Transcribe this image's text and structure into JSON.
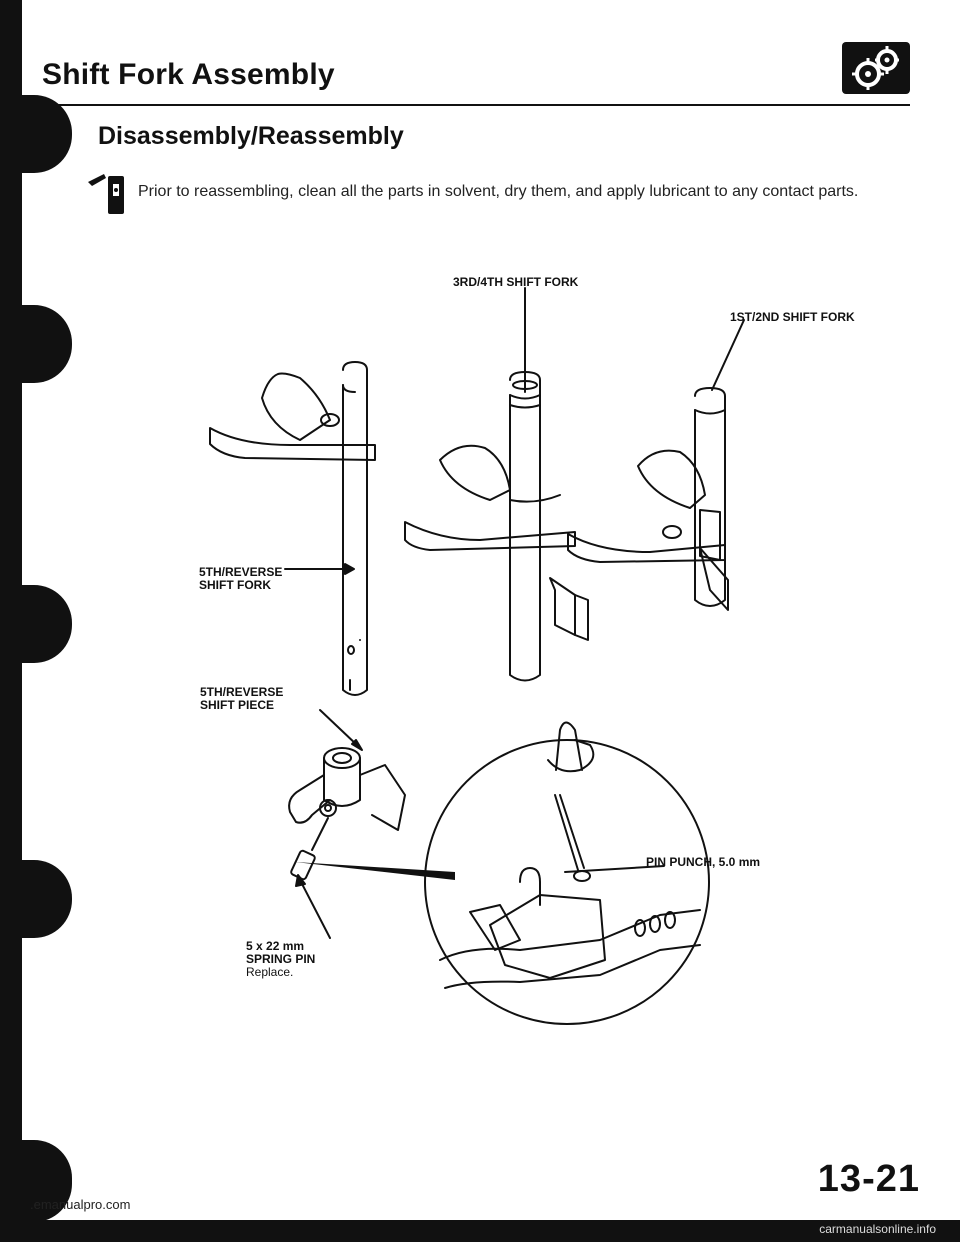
{
  "header": {
    "title": "Shift Fork Assembly",
    "badge_icon": "gear-icon"
  },
  "section": {
    "subtitle": "Disassembly/Reassembly",
    "note_icon": "lubricant-can-icon",
    "note": "Prior to reassembling, clean all the parts in solvent, dry them, and apply lubricant to any contact parts."
  },
  "diagram": {
    "labels": {
      "fork_3rd_4th": "3RD/4TH SHIFT FORK",
      "fork_1st_2nd": "1ST/2ND SHIFT FORK",
      "fork_5th_rev_line1": "5TH/REVERSE",
      "fork_5th_rev_line2": "SHIFT FORK",
      "piece_line1": "5TH/REVERSE",
      "piece_line2": "SHIFT PIECE",
      "pin_punch": "PIN PUNCH, 5.0 mm",
      "spring_pin_line1": "5 x 22 mm",
      "spring_pin_line2": "SPRING PIN",
      "spring_pin_line3": "Replace."
    }
  },
  "footer": {
    "page_number": "13-21",
    "source_left": ".emanualpro.com",
    "source_right": "carmanualsonline.info"
  },
  "colors": {
    "ink": "#111111",
    "paper": "#ffffff"
  }
}
